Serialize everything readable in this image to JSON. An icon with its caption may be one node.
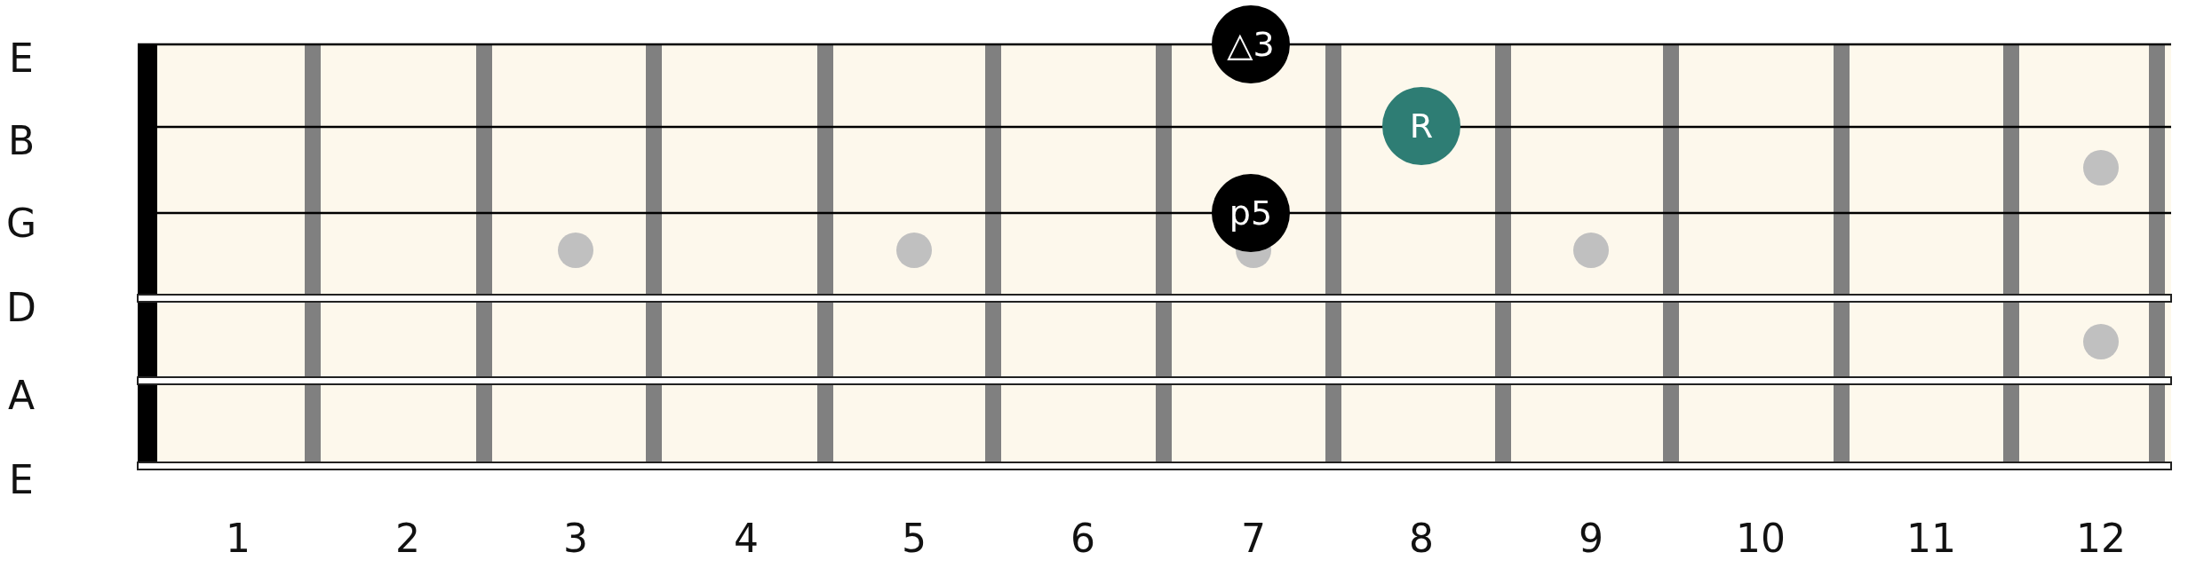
{
  "diagram": {
    "nodes": [
      {
        "text": [
          "△3"
        ]
      },
      {
        "text": [
          "R"
        ]
      },
      {
        "text": [
          "p5"
        ]
      }
    ],
    "labels": [
      "E",
      "B",
      "G",
      "D",
      "A",
      "E",
      "1",
      "2",
      "3",
      "4",
      "5",
      "6",
      "7",
      "8",
      "9",
      "10",
      "11",
      "12"
    ]
  }
}
